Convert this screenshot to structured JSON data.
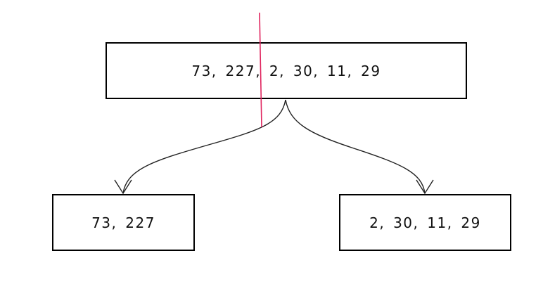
{
  "diagram": {
    "type": "merge-sort-split",
    "root": {
      "label": "73, 227, 2, 30, 11, 29"
    },
    "children": [
      {
        "label": "73, 227"
      },
      {
        "label": "2, 30, 11, 29"
      }
    ],
    "split_marker": {
      "color": "#e0245e",
      "position": "between 227 and 2"
    },
    "colors": {
      "border": "#000000",
      "edge": "#222222",
      "marker": "#e0245e"
    }
  }
}
